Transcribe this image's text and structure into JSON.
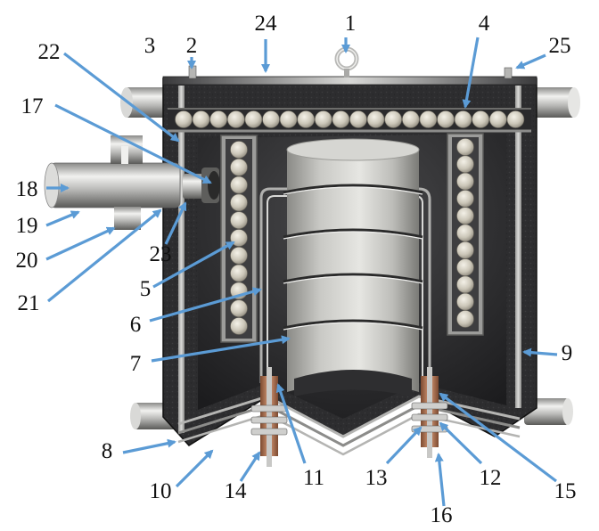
{
  "colors": {
    "shell_dark": "#2b2b2d",
    "shell_mid": "#4a4a4c",
    "steel_light": "#e4e4e2",
    "steel_mid": "#a9a9a7",
    "steel_dark": "#6e6e6c",
    "ball": "#cfcabd",
    "copper": "#b5734f",
    "arrow": "#5b9bd5",
    "label": "#111111"
  },
  "labels": [
    {
      "id": "1",
      "text": "1"
    },
    {
      "id": "2",
      "text": "2"
    },
    {
      "id": "3",
      "text": "3"
    },
    {
      "id": "4",
      "text": "4"
    },
    {
      "id": "5",
      "text": "5"
    },
    {
      "id": "6",
      "text": "6"
    },
    {
      "id": "7",
      "text": "7"
    },
    {
      "id": "8",
      "text": "8"
    },
    {
      "id": "9",
      "text": "9"
    },
    {
      "id": "10",
      "text": "10"
    },
    {
      "id": "11",
      "text": "11"
    },
    {
      "id": "12",
      "text": "12"
    },
    {
      "id": "13",
      "text": "13"
    },
    {
      "id": "14",
      "text": "14"
    },
    {
      "id": "15",
      "text": "15"
    },
    {
      "id": "16",
      "text": "16"
    },
    {
      "id": "17",
      "text": "17"
    },
    {
      "id": "18",
      "text": "18"
    },
    {
      "id": "19",
      "text": "19"
    },
    {
      "id": "20",
      "text": "20"
    },
    {
      "id": "21",
      "text": "21"
    },
    {
      "id": "22",
      "text": "22"
    },
    {
      "id": "23",
      "text": "23"
    },
    {
      "id": "24",
      "text": "24"
    },
    {
      "id": "25",
      "text": "25"
    }
  ]
}
